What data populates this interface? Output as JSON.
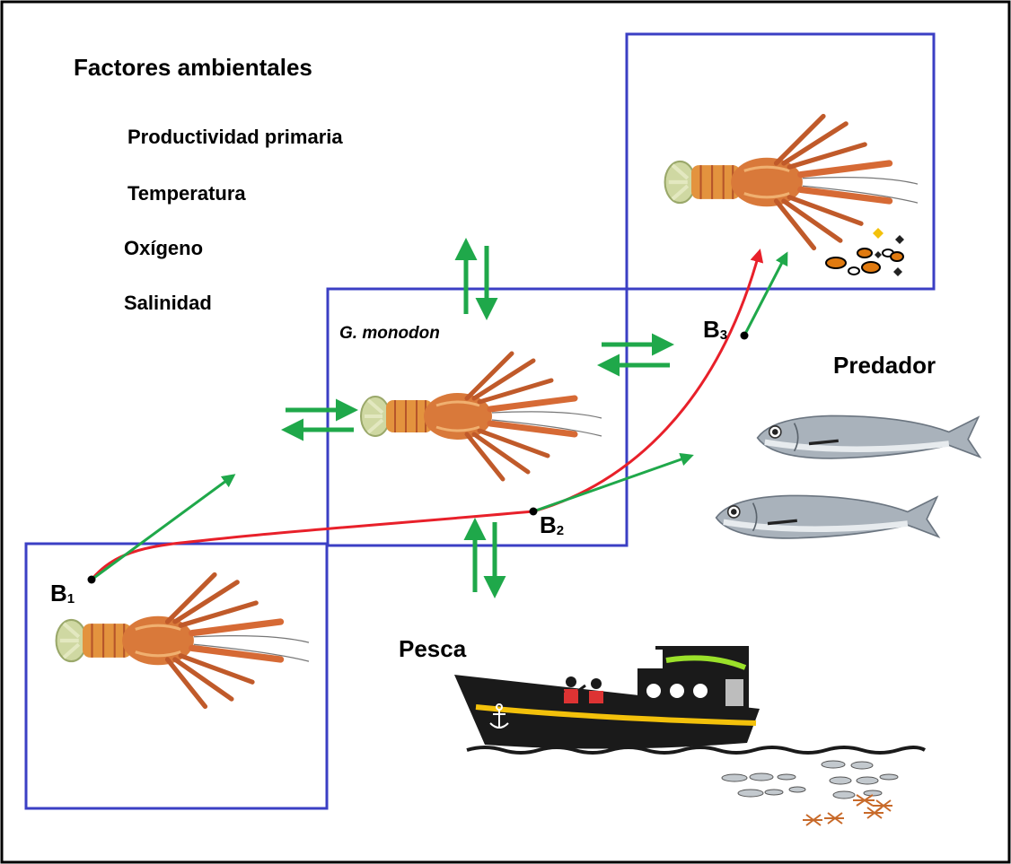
{
  "title": "Factores ambientales",
  "factors": [
    "Productividad primaria",
    "Temperatura",
    "Oxígeno",
    "Salinidad"
  ],
  "species_label": "G. monodon",
  "predator_label": "Predador",
  "fishing_label": "Pesca",
  "stages": [
    {
      "letter": "B",
      "index": "1"
    },
    {
      "letter": "B",
      "index": "2"
    },
    {
      "letter": "B",
      "index": "3"
    }
  ],
  "colors": {
    "box": "#3b3fc4",
    "growth_curve": "#e8202a",
    "flow_arrow": "#1fa84a",
    "lobster_body": "#d9793a",
    "fish_body": "#a9b2bb",
    "boat_hull": "#1a1a1a",
    "boat_stripe": "#f3c10b"
  },
  "icons": [
    "lobster-icon",
    "fish-icon",
    "boat-icon",
    "fisherman-icon",
    "anchor-icon",
    "food-particle-icon"
  ]
}
